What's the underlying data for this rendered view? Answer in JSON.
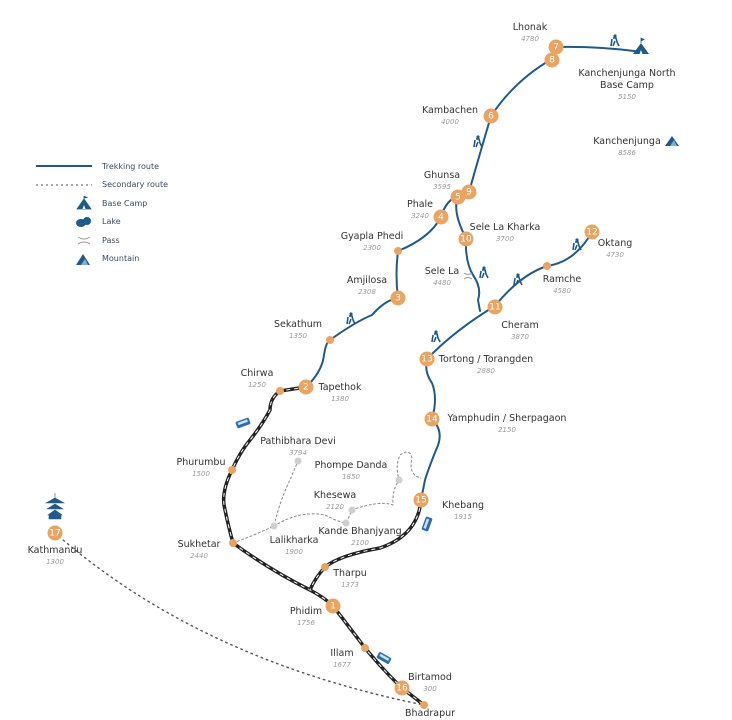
{
  "legend": {
    "trekking_route": "Trekking route",
    "secondary_route": "Secondary route",
    "base_camp": "Base Camp",
    "lake": "Lake",
    "pass": "Pass",
    "mountain": "Mountain"
  },
  "colors": {
    "route": "#1f5a8c",
    "marker": "#eaa45f",
    "road": "#222222",
    "secondary": "#888888"
  },
  "places": [
    {
      "name": "Lhonak",
      "elevation": "4780",
      "numbers": [
        "7",
        "8"
      ]
    },
    {
      "name": "Kanchenjunga North",
      "name2": "Base Camp",
      "elevation": "5150",
      "icon": "base-camp-icon"
    },
    {
      "name": "Kambachen",
      "elevation": "4000",
      "numbers": [
        "6"
      ]
    },
    {
      "name": "Kanchenjunga",
      "elevation": "8586",
      "icon": "mountain-icon"
    },
    {
      "name": "Ghunsa",
      "elevation": "3595",
      "numbers": [
        "5",
        "9"
      ]
    },
    {
      "name": "Phale",
      "elevation": "3240",
      "numbers": [
        "4"
      ]
    },
    {
      "name": "Sele La Kharka",
      "elevation": "3700",
      "numbers": [
        "10"
      ]
    },
    {
      "name": "Gyapla Phedi",
      "elevation": "2300"
    },
    {
      "name": "Oktang",
      "elevation": "4730",
      "numbers": [
        "12"
      ]
    },
    {
      "name": "Sele La",
      "elevation": "4480"
    },
    {
      "name": "Ramche",
      "elevation": "4580"
    },
    {
      "name": "Amjilosa",
      "elevation": "2308",
      "numbers": [
        "3"
      ]
    },
    {
      "name": "Sekathum",
      "elevation": "1350"
    },
    {
      "name": "Cheram",
      "elevation": "3870",
      "numbers": [
        "11"
      ]
    },
    {
      "name": "Tortong / Torangden",
      "elevation": "2880",
      "numbers": [
        "13"
      ]
    },
    {
      "name": "Chirwa",
      "elevation": "1250"
    },
    {
      "name": "Tapethok",
      "elevation": "1380",
      "numbers": [
        "2"
      ]
    },
    {
      "name": "Yamphudin / Sherpagaon",
      "elevation": "2150",
      "numbers": [
        "14"
      ]
    },
    {
      "name": "Pathibhara Devi",
      "elevation": "3794"
    },
    {
      "name": "Phurumbu",
      "elevation": "1500"
    },
    {
      "name": "Phompe Danda",
      "elevation": "1850"
    },
    {
      "name": "Khebang",
      "elevation": "1915",
      "numbers": [
        "15"
      ]
    },
    {
      "name": "Khesewa",
      "elevation": "2120"
    },
    {
      "name": "Kande Bhanjyang",
      "elevation": "2100"
    },
    {
      "name": "Lalikharka",
      "elevation": "1900"
    },
    {
      "name": "Sukhetar",
      "elevation": "2440"
    },
    {
      "name": "Kathmandu",
      "elevation": "1300",
      "numbers": [
        "17"
      ]
    },
    {
      "name": "Tharpu",
      "elevation": "1373"
    },
    {
      "name": "Phidim",
      "elevation": "1756",
      "numbers": [
        "1"
      ]
    },
    {
      "name": "Illam",
      "elevation": "1677"
    },
    {
      "name": "Birtamod",
      "elevation": "300",
      "numbers": [
        "16"
      ]
    },
    {
      "name": "Bhadrapur"
    }
  ]
}
